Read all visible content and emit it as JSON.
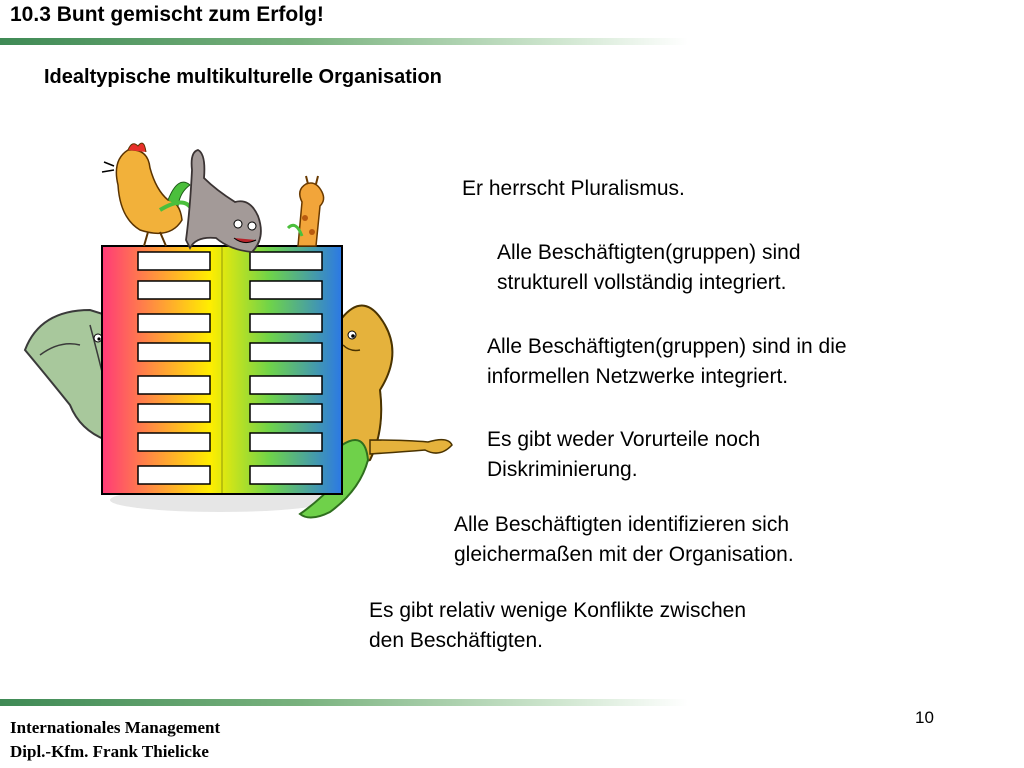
{
  "header": {
    "title": "10.3 Bunt gemischt zum Erfolg!"
  },
  "slide": {
    "subtitle": "Idealtypische multikulturelle Organisation",
    "statements": [
      {
        "lines": [
          "Er herrscht Pluralismus."
        ]
      },
      {
        "lines": [
          "Alle Beschäftigten(gruppen) sind",
          "strukturell vollständig integriert."
        ]
      },
      {
        "lines": [
          "Alle Beschäftigten(gruppen) sind in die",
          "informellen Netzwerke integriert."
        ]
      },
      {
        "lines": [
          "Es gibt weder Vorurteile noch",
          "Diskriminierung."
        ]
      },
      {
        "lines": [
          "Alle Beschäftigten identifizieren sich",
          "gleichermaßen mit der Organisation."
        ]
      },
      {
        "lines": [
          "Es gibt relativ wenige Konflikte zwischen",
          "den Beschäftigten."
        ]
      }
    ]
  },
  "illustration": {
    "gradient_colors": [
      "#ff3a78",
      "#ffee00",
      "#6ed34a",
      "#2b78e6"
    ],
    "animals": [
      "rooster-icon",
      "cat-icon",
      "giraffe-icon",
      "elephant-icon",
      "lion-icon",
      "lizard-icon"
    ]
  },
  "footer": {
    "course": "Internationales Management",
    "author": "Dipl.-Kfm. Frank Thielicke",
    "page_number": "10"
  }
}
